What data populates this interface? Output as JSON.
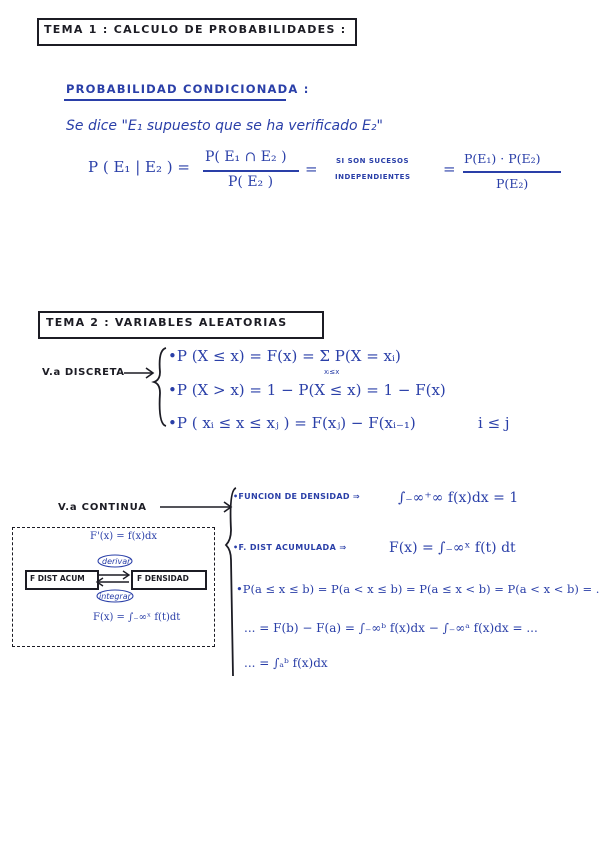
{
  "tema1": {
    "title": "TEMA 1 : CALCULO DE PROBABILIDADES :",
    "subtitle": "PROBABILIDAD CONDICIONADA :",
    "sentence": "Se dice \"E₁ supuesto que se ha verificado E₂\"",
    "lhs": "P ( E₁ | E₂ ) =",
    "frac1_num": "P( E₁ ∩ E₂ )",
    "frac1_den": "P( E₂ )",
    "eq1": "=",
    "note_line1": "SI SON SUCESOS",
    "note_line2": "INDEPENDIENTES",
    "eq2": "=",
    "frac2_num": "P(E₁) · P(E₂)",
    "frac2_den": "P(E₂)"
  },
  "tema2": {
    "title": "TEMA 2 : VARIABLES ALEATORIAS",
    "discrete_label": "V.a DISCRETA",
    "discrete_lines": [
      "•P (X ≤ x) = F(x) = Σ P(X = xᵢ)",
      "•P (X > x) = 1 − P(X ≤ x) = 1 − F(x)",
      "•P ( xᵢ ≤ x ≤ xⱼ ) = F(xⱼ) − F(xᵢ₋₁)"
    ],
    "sum_index": "xᵢ≤x",
    "cond": "i ≤ j",
    "continuous_label": "V.a CONTINUA",
    "cont_line1_label": "•FUNCION DE DENSIDAD ⇒",
    "cont_line1_expr": "∫₋∞⁺∞ f(x)dx = 1",
    "cont_line2_label": "•F. DIST ACUMULADA ⇒",
    "cont_line2_expr": "F(x) = ∫₋∞ˣ f(t) dt",
    "cont_line3": "•P(a ≤ x ≤ b) = P(a < x ≤ b) = P(a ≤ x < b) = P(a < x < b) = ...",
    "cont_line4": "... = F(b) − F(a) = ∫₋∞ᵇ f(x)dx − ∫₋∞ᵃ f(x)dx = ...",
    "cont_line5": "... = ∫ₐᵇ f(x)dx"
  },
  "diagram": {
    "top_formula": "F'(x) = f(x)dx",
    "left_box": "F DIST ACUM",
    "right_box": "F DENSIDAD",
    "derive": "derivar",
    "integrate": "integrar",
    "bottom_formula": "F(x) = ∫₋∞ˣ f(t)dt"
  }
}
